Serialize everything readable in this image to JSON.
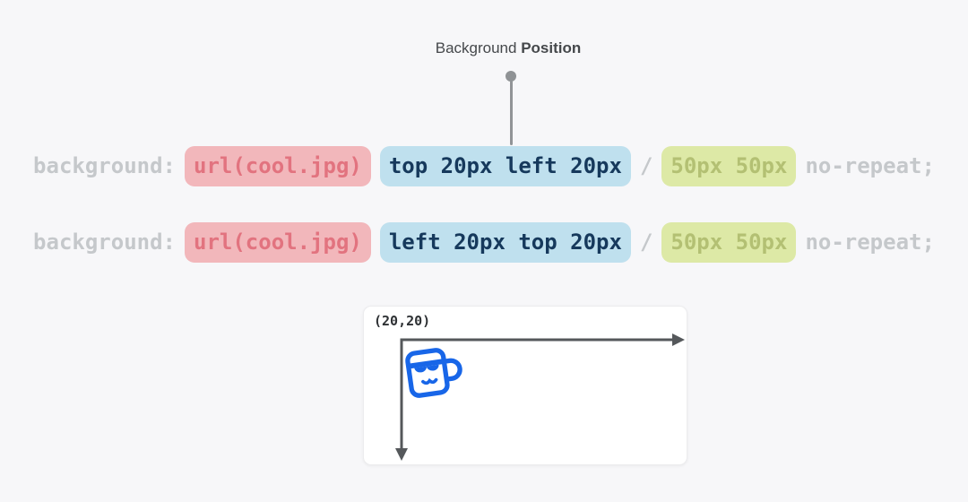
{
  "title": {
    "normal": "Background ",
    "bold": "Position"
  },
  "code_rows": [
    {
      "property": "background:",
      "url": "url(cool.jpg)",
      "position": "top 20px left 20px",
      "slash": "/",
      "size": "50px 50px",
      "repeat": "no-repeat;"
    },
    {
      "property": "background:",
      "url": "url(cool.jpg)",
      "position": "left 20px top 20px",
      "slash": "/",
      "size": "50px 50px",
      "repeat": "no-repeat;"
    }
  ],
  "diagram": {
    "coordinate_label": "(20,20)",
    "icon": "mug-icon"
  },
  "colors": {
    "page_bg": "#f7f7f9",
    "muted_code": "#c5c8cb",
    "url_bg": "#f2b7bb",
    "url_text": "#e2737f",
    "position_bg": "#bfe0ee",
    "position_text": "#16395c",
    "size_bg": "#dde9a6",
    "size_text": "#b3c073",
    "pointer": "#8f9295",
    "axis": "#55585b",
    "mug": "#1866e8"
  }
}
